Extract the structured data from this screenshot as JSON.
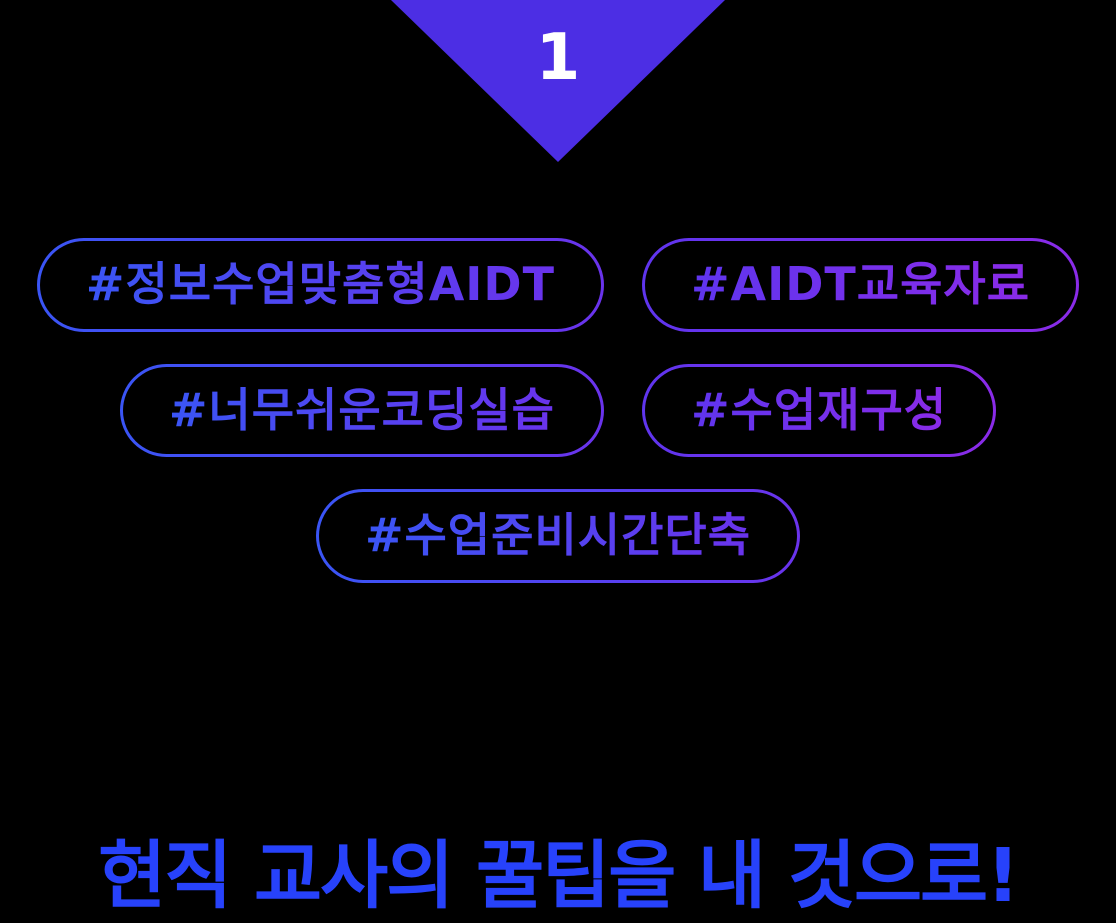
{
  "step": {
    "number": "1"
  },
  "hashtags": [
    {
      "label": "#정보수업맞춤형AIDT"
    },
    {
      "label": "#AIDT교육자료"
    },
    {
      "label": "#너무쉬운코딩실습"
    },
    {
      "label": "#수업재구성"
    },
    {
      "label": "#수업준비시간단축"
    }
  ],
  "headline": {
    "text": "현직 교사의 꿀팁을 내 것으로!"
  },
  "colors": {
    "background": "#000000",
    "triangle": "#4C2EE4",
    "step_number": "#FFFFFF",
    "tag_gradient_blue": "#3A55F5",
    "tag_gradient_violet": "#6033EC",
    "tag_gradient_purple": "#8A2BE8",
    "headline": "#2742FB"
  }
}
